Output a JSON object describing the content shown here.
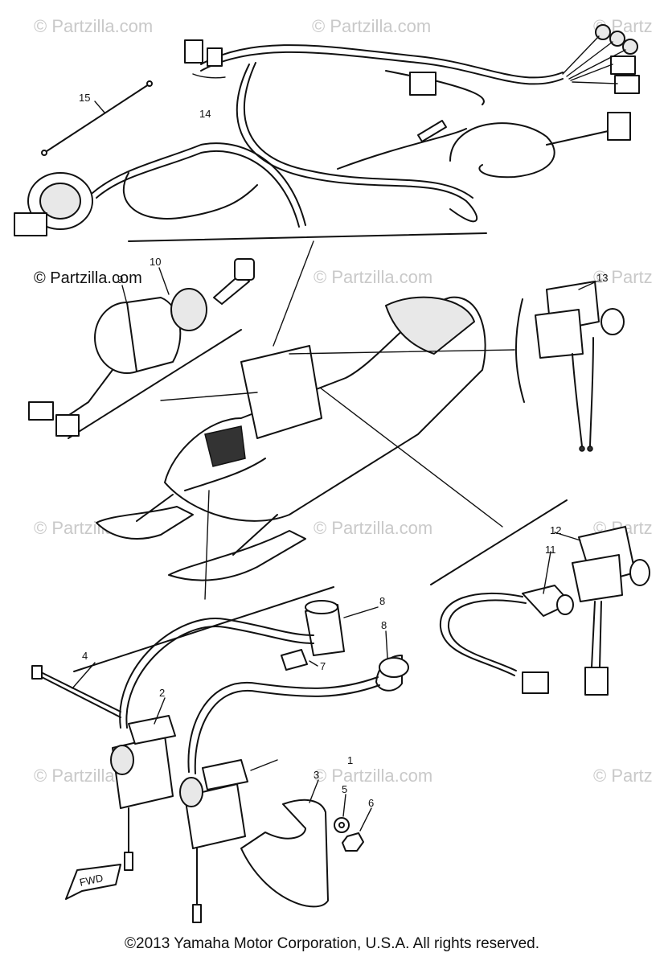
{
  "watermark_text": "© Partzilla.com",
  "watermark_partial": "© Partz",
  "copyright": "©2013 Yamaha Motor Corporation, U.S.A. All rights reserved.",
  "fwd_label": "FWD",
  "callouts": {
    "c1": "1",
    "c2": "2",
    "c3": "3",
    "c4": "4",
    "c5": "5",
    "c6": "6",
    "c7": "7",
    "c8a": "8",
    "c8b": "8",
    "c9": "9",
    "c10": "10",
    "c11": "11",
    "c12": "12",
    "c13": "13",
    "c14": "14",
    "c15": "15"
  }
}
